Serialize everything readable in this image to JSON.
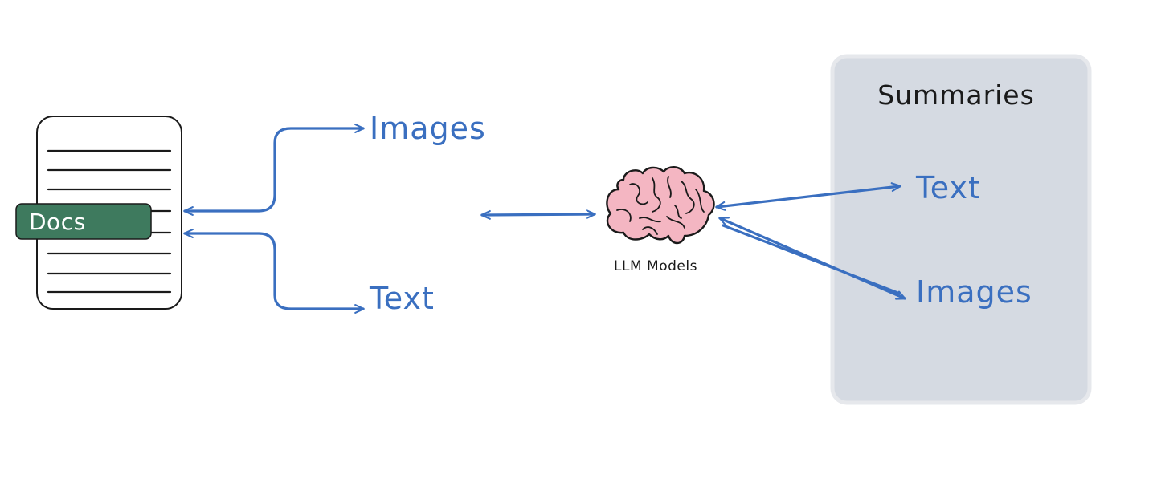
{
  "colors": {
    "arrow": "#3a6fc0",
    "label_blue": "#3a6fc0",
    "summary_panel": "#d5dae2",
    "summary_border": "#e6e8ec",
    "docs_tag": "#3e7a5e",
    "docs_tag_text": "#ffffff",
    "document_stroke": "#1a1a1a",
    "brain_fill": "#f4b6c2",
    "brain_stroke": "#1a1a1a",
    "heading_text": "#1a1a1a"
  },
  "docs": {
    "tag_label": "Docs",
    "icon": "document-icon"
  },
  "branches": {
    "images_label": "Images",
    "text_label": "Text"
  },
  "llm": {
    "icon": "brain-icon",
    "label": "LLM Models"
  },
  "summaries": {
    "title": "Summaries",
    "text_label": "Text",
    "images_label": "Images"
  }
}
